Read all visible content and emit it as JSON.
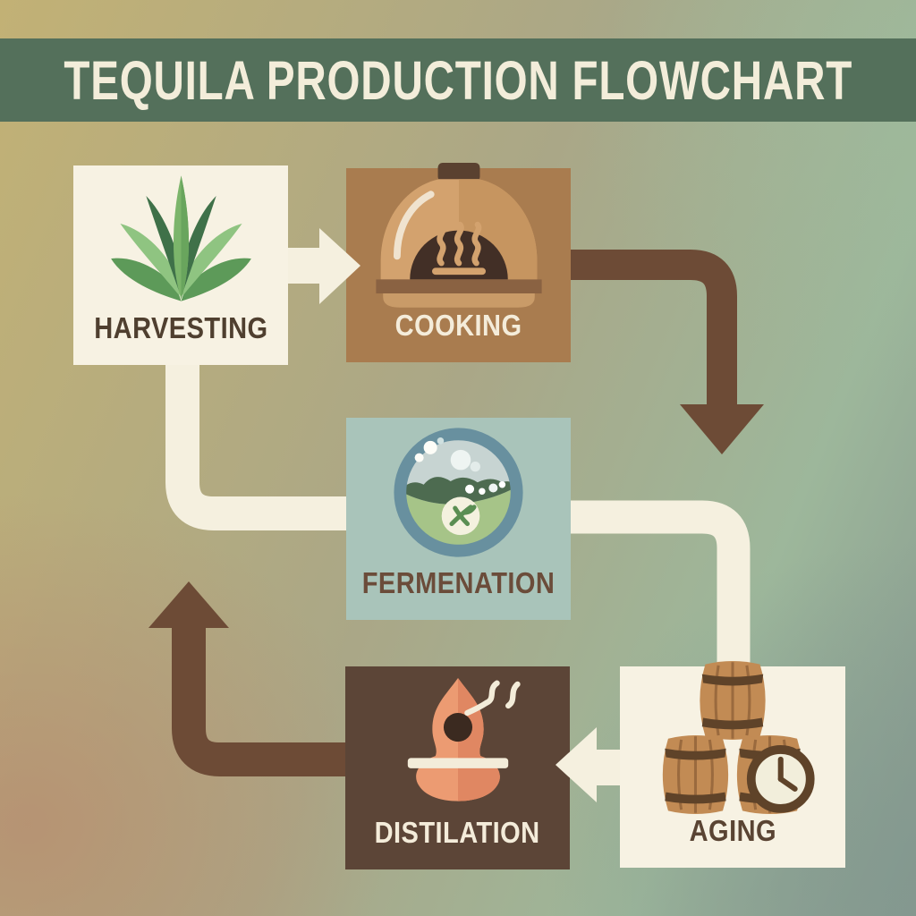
{
  "title": {
    "text": "TEQUILA PRODUCTION FLOWCHART"
  },
  "colors": {
    "banner-green": "#54705b",
    "banner-text": "#f3edda",
    "cream": "#f5f0df",
    "brown": "#6d4b36",
    "bg-gold": "#c2b175",
    "bg-olive": "#aaa787",
    "bg-sage": "#9db79b",
    "bg-slate": "#87988f",
    "bg-mauve": "#b2937d"
  },
  "steps": [
    {
      "id": "harvesting",
      "label": "HARVESTING",
      "box_color": "#f7f2e3",
      "label_color": "#4f3f2f",
      "icon": "agave-plant-icon"
    },
    {
      "id": "cooking",
      "label": "COOKING",
      "box_color": "#a97c4f",
      "label_color": "#f4ecda",
      "icon": "stone-oven-icon"
    },
    {
      "id": "fermentation",
      "label": "FERMENATION",
      "box_color": "#a9c4ba",
      "label_color": "#6b4c3a",
      "icon": "fermentation-vat-icon"
    },
    {
      "id": "distillation",
      "label": "DISTILATION",
      "box_color": "#5c4537",
      "label_color": "#f4ecda",
      "icon": "copper-still-icon"
    },
    {
      "id": "aging",
      "label": "AGING",
      "box_color": "#f7f2e3",
      "label_color": "#5a4433",
      "icon": "barrels-clock-icon"
    }
  ],
  "connectors": [
    {
      "from": "harvesting",
      "to": "cooking",
      "color_key": "cream",
      "shape": "right-arrow"
    },
    {
      "from": "cooking",
      "to": "right-side-down",
      "color_key": "brown",
      "shape": "elbow-down-arrow"
    },
    {
      "from": "harvesting",
      "to": "fermentation",
      "color_key": "cream",
      "shape": "elbow-pipe"
    },
    {
      "from": "fermentation",
      "to": "aging",
      "color_key": "cream",
      "shape": "elbow-pipe"
    },
    {
      "from": "aging",
      "to": "distillation",
      "color_key": "cream",
      "shape": "left-arrow"
    },
    {
      "from": "distillation",
      "to": "left-side-up",
      "color_key": "brown",
      "shape": "elbow-up-arrow"
    }
  ]
}
